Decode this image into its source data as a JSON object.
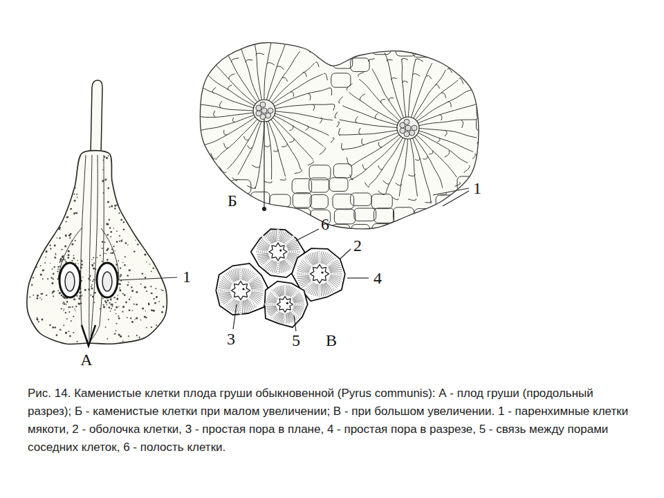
{
  "diagram": {
    "caption": "Рис. 14. Каменистые клетки плода груши обыкновенной (Pyrus communis): А - плод груши (продольный разрез); Б - каменистые клетки при малом увеличении; В - при большом увеличении. 1 - паренхимные клетки мякоти, 2 - оболочка клетки, 3 - простая пора в плане, 4 - простая пора в разрезе, 5 - связь между порами соседних клеток, 6 - полость клетки.",
    "labels": [
      "1",
      "А",
      "Б",
      "1",
      "6",
      "2",
      "4",
      "3",
      "5",
      "В"
    ]
  }
}
